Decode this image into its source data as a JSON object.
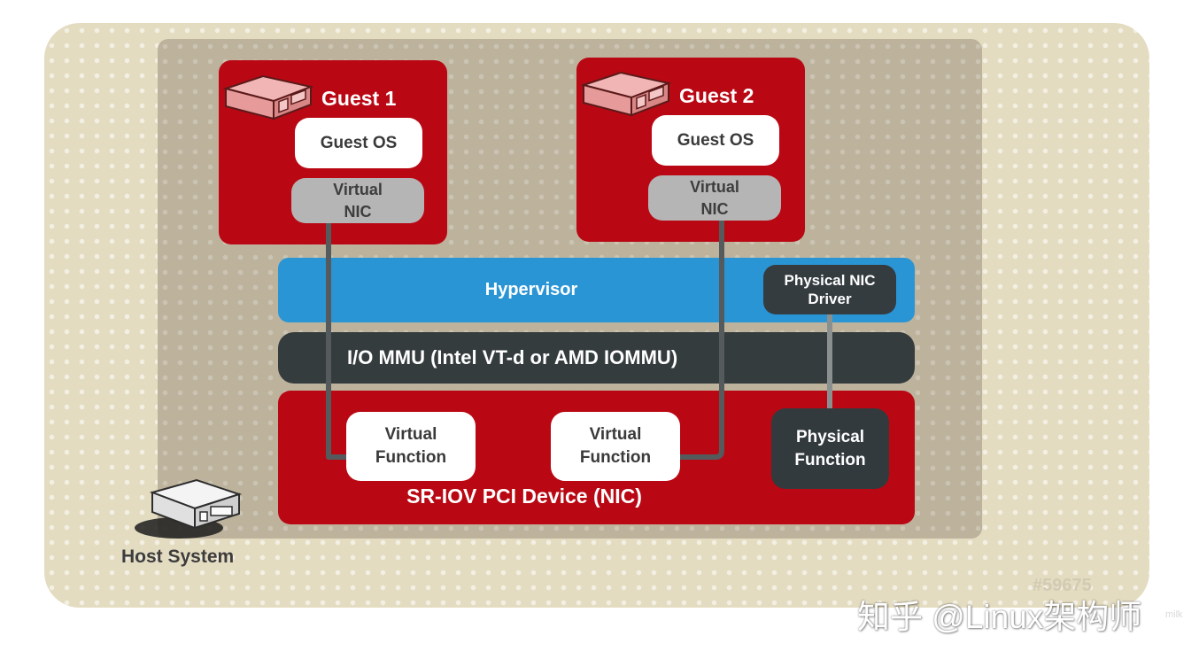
{
  "diagram": {
    "host_label": "Host System",
    "guests": [
      {
        "title": "Guest 1",
        "os_label": "Guest OS",
        "nic_label": "Virtual\nNIC"
      },
      {
        "title": "Guest 2",
        "os_label": "Guest OS",
        "nic_label": "Virtual\nNIC"
      }
    ],
    "hypervisor_label": "Hypervisor",
    "driver_label": "Physical NIC\nDriver",
    "iommu_label": "I/O MMU (Intel VT-d or AMD IOMMU)",
    "device_label": "SR-IOV PCI Device (NIC)",
    "virtual_functions": [
      "Virtual\nFunction",
      "Virtual\nFunction"
    ],
    "physical_function_label": "Physical\nFunction"
  },
  "watermark": {
    "figure_id": "#59675",
    "text": "知乎 @Linux架构师",
    "small_text": "milk"
  },
  "colors": {
    "red": "#b90813",
    "hypervisor_blue": "#2a95d5",
    "dark": "#353c3e",
    "beige": "#e4dcc1"
  }
}
